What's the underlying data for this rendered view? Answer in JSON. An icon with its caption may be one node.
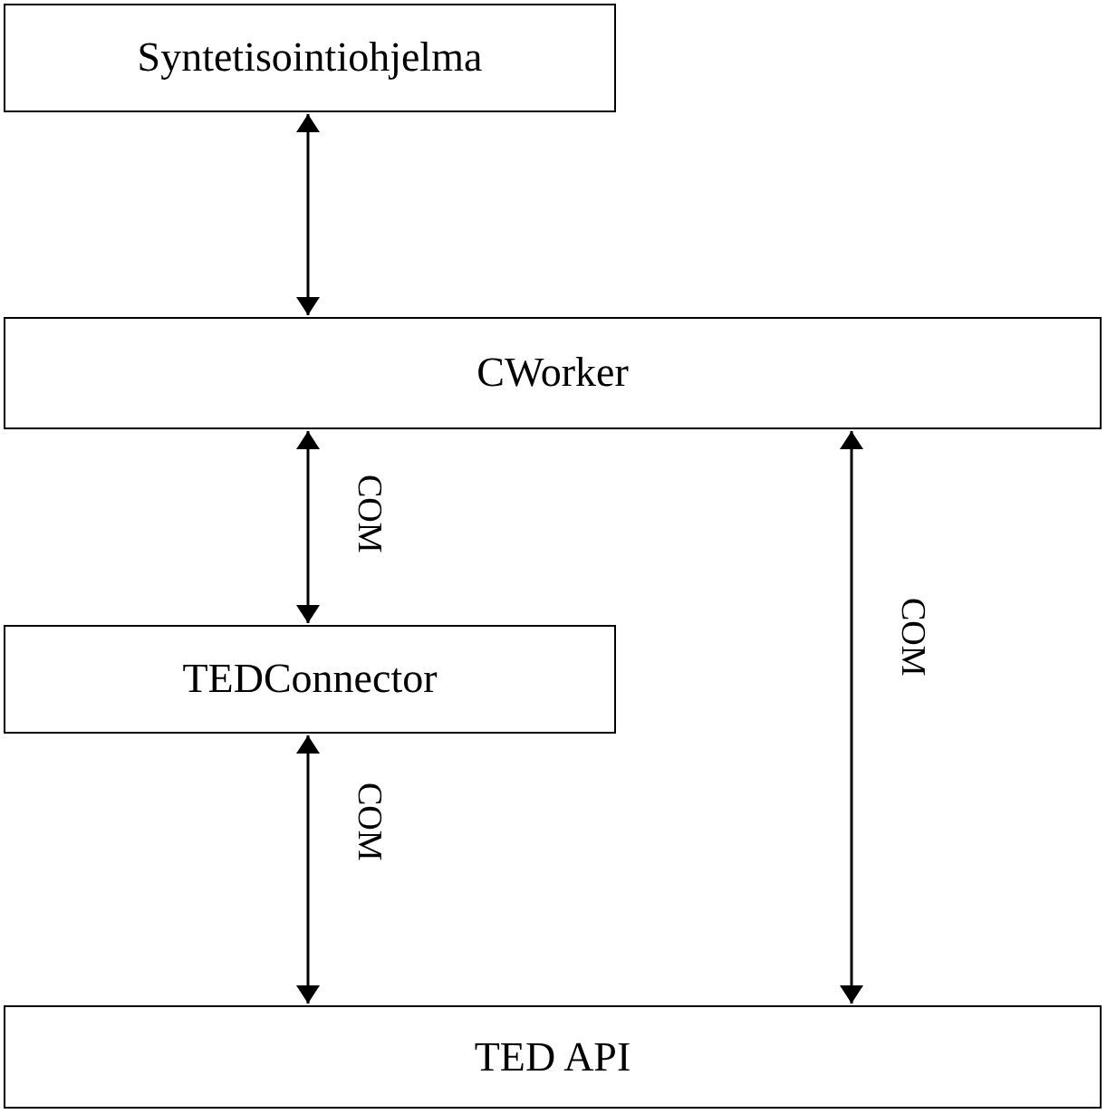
{
  "diagram": {
    "nodes": [
      {
        "text": [
          "Syntetisointiohjelma"
        ]
      },
      {
        "text": [
          "CWorker"
        ]
      },
      {
        "text": [
          "TEDConnector"
        ]
      },
      {
        "text": [
          "TED API"
        ]
      }
    ],
    "edges": [
      {
        "from": 0,
        "to": 1,
        "arrow": "both"
      },
      {
        "from": 1,
        "to": 2,
        "arrow": "both",
        "label": "COM"
      },
      {
        "from": 2,
        "to": 3,
        "arrow": "both",
        "label": "COM"
      },
      {
        "from": 1,
        "to": 3,
        "arrow": "both",
        "label": "COM"
      }
    ]
  }
}
